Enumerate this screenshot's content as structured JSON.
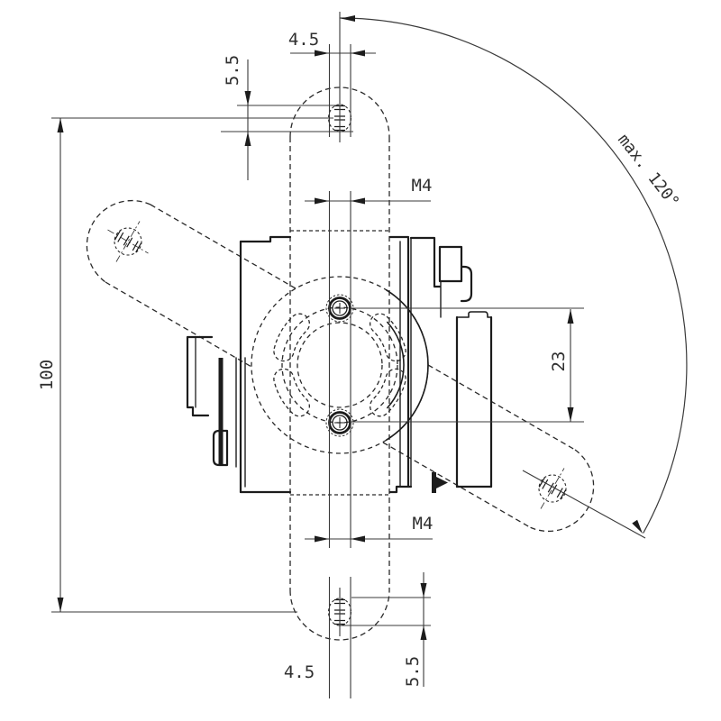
{
  "drawing": {
    "labels": {
      "slot_width_top": "4.5",
      "slot_height_top": "5.5",
      "thread_top": "M4",
      "overall_height": "100",
      "screw_spacing": "23",
      "max_rotation": "max. 120°",
      "thread_bottom": "M4",
      "slot_width_bottom": "4.5",
      "slot_height_bottom": "5.5"
    },
    "colors": {
      "line": "#1c1c1c",
      "dashed_line": "#2a2a2a",
      "dimension_line": "#3a3a3a",
      "background": "#ffffff"
    }
  }
}
